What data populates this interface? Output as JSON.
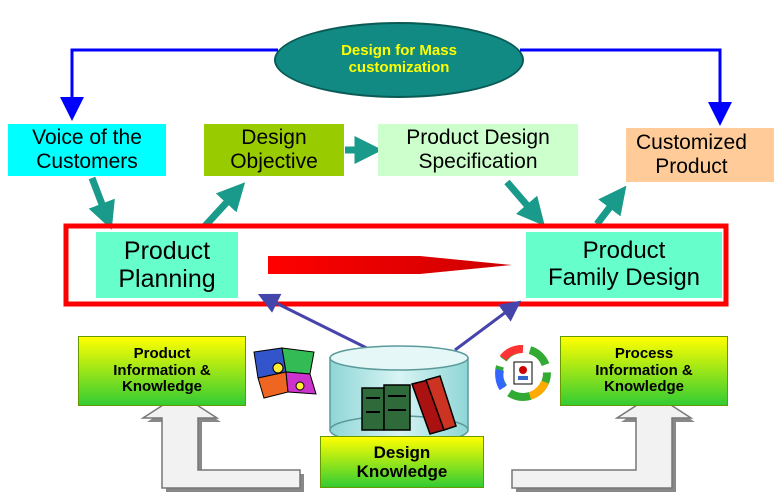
{
  "diagram": {
    "center": "Design for Mass\ncustomization",
    "voice": "Voice of the\nCustomers",
    "objective": "Design\nObjective",
    "spec": "Product Design\nSpecification",
    "customized": "Customized\nProduct",
    "planning": "Product\nPlanning",
    "family": "Product\nFamily Design",
    "product_info": "Product\nInformation &\nKnowledge",
    "process_info": "Process\nInformation &\nKnowledge",
    "design_knowledge": "Design\nKnowledge"
  },
  "colors": {
    "ellipse": "#108a82",
    "ellipse_text": "#ffff00",
    "voice_bg": "#00ffff",
    "objective_bg": "#99cc00",
    "spec_bg": "#ccffcc",
    "customized_bg": "#ffcc99",
    "planning_bg": "#66ffcc",
    "highlight_frame": "#ff0000",
    "blue_arrow": "#0000ff",
    "teal_arrow": "#1a9a8a",
    "purple_arrow": "#4444aa",
    "knowledge_grad_top": "#ffff00",
    "knowledge_grad_bottom": "#33cc33"
  }
}
